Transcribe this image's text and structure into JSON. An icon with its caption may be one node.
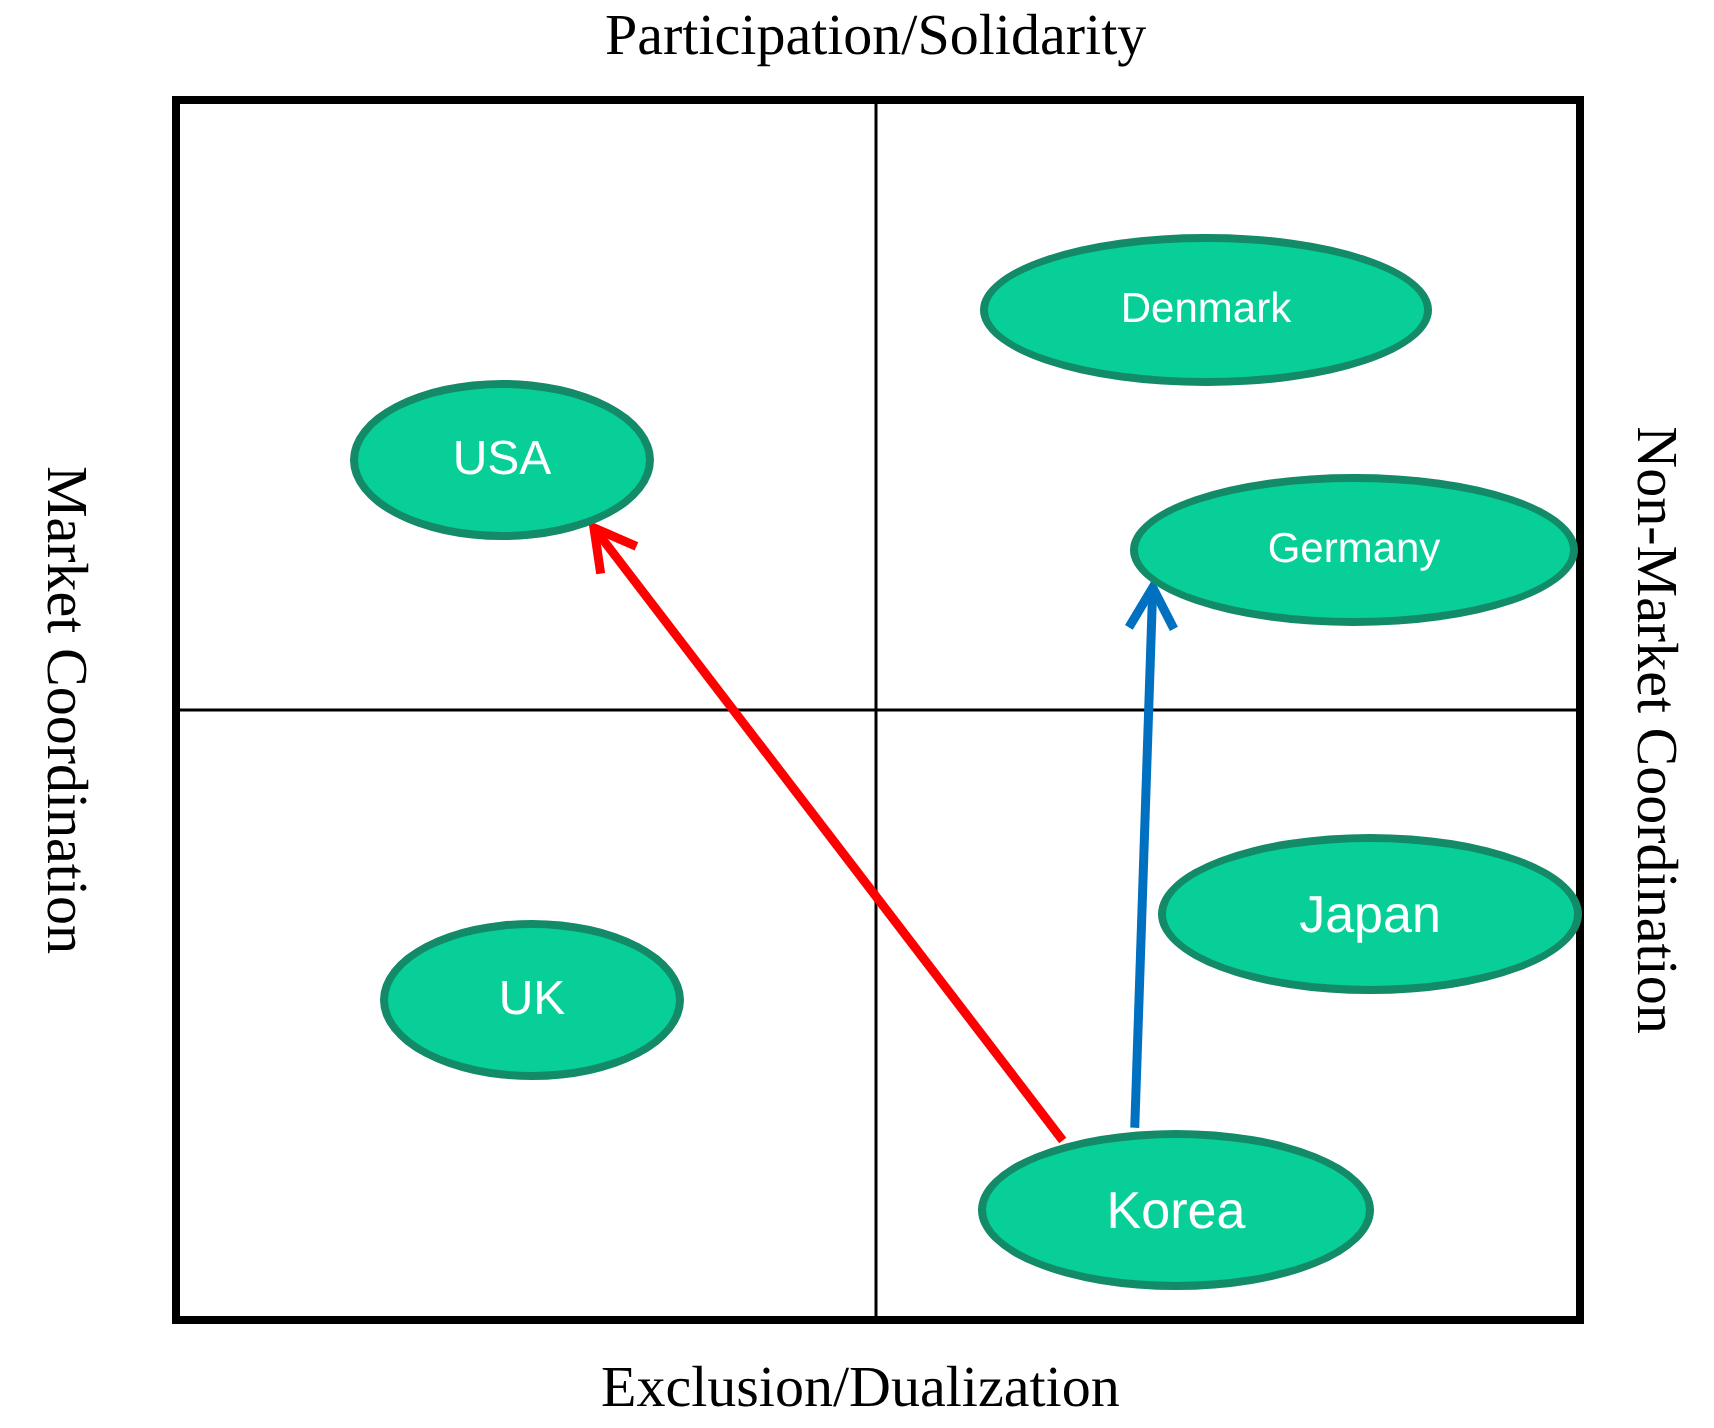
{
  "diagram": {
    "nodes": [
      {
        "text": [
          "Denmark"
        ]
      },
      {
        "text": [
          "USA"
        ]
      },
      {
        "text": [
          "Germany"
        ]
      },
      {
        "text": [
          "Japan"
        ]
      },
      {
        "text": [
          "UK"
        ]
      },
      {
        "text": [
          "Korea"
        ]
      }
    ],
    "edges": [
      {
        "from": 5,
        "to": 1,
        "arrow": "to",
        "color": "#ff0000"
      },
      {
        "from": 5,
        "to": 2,
        "arrow": "to",
        "color": "#0070c0"
      }
    ],
    "labels": [
      "Participation/Solidarity",
      "Market Coordination",
      "Non-Market Coordination",
      "Exclusion/Dualization"
    ]
  }
}
